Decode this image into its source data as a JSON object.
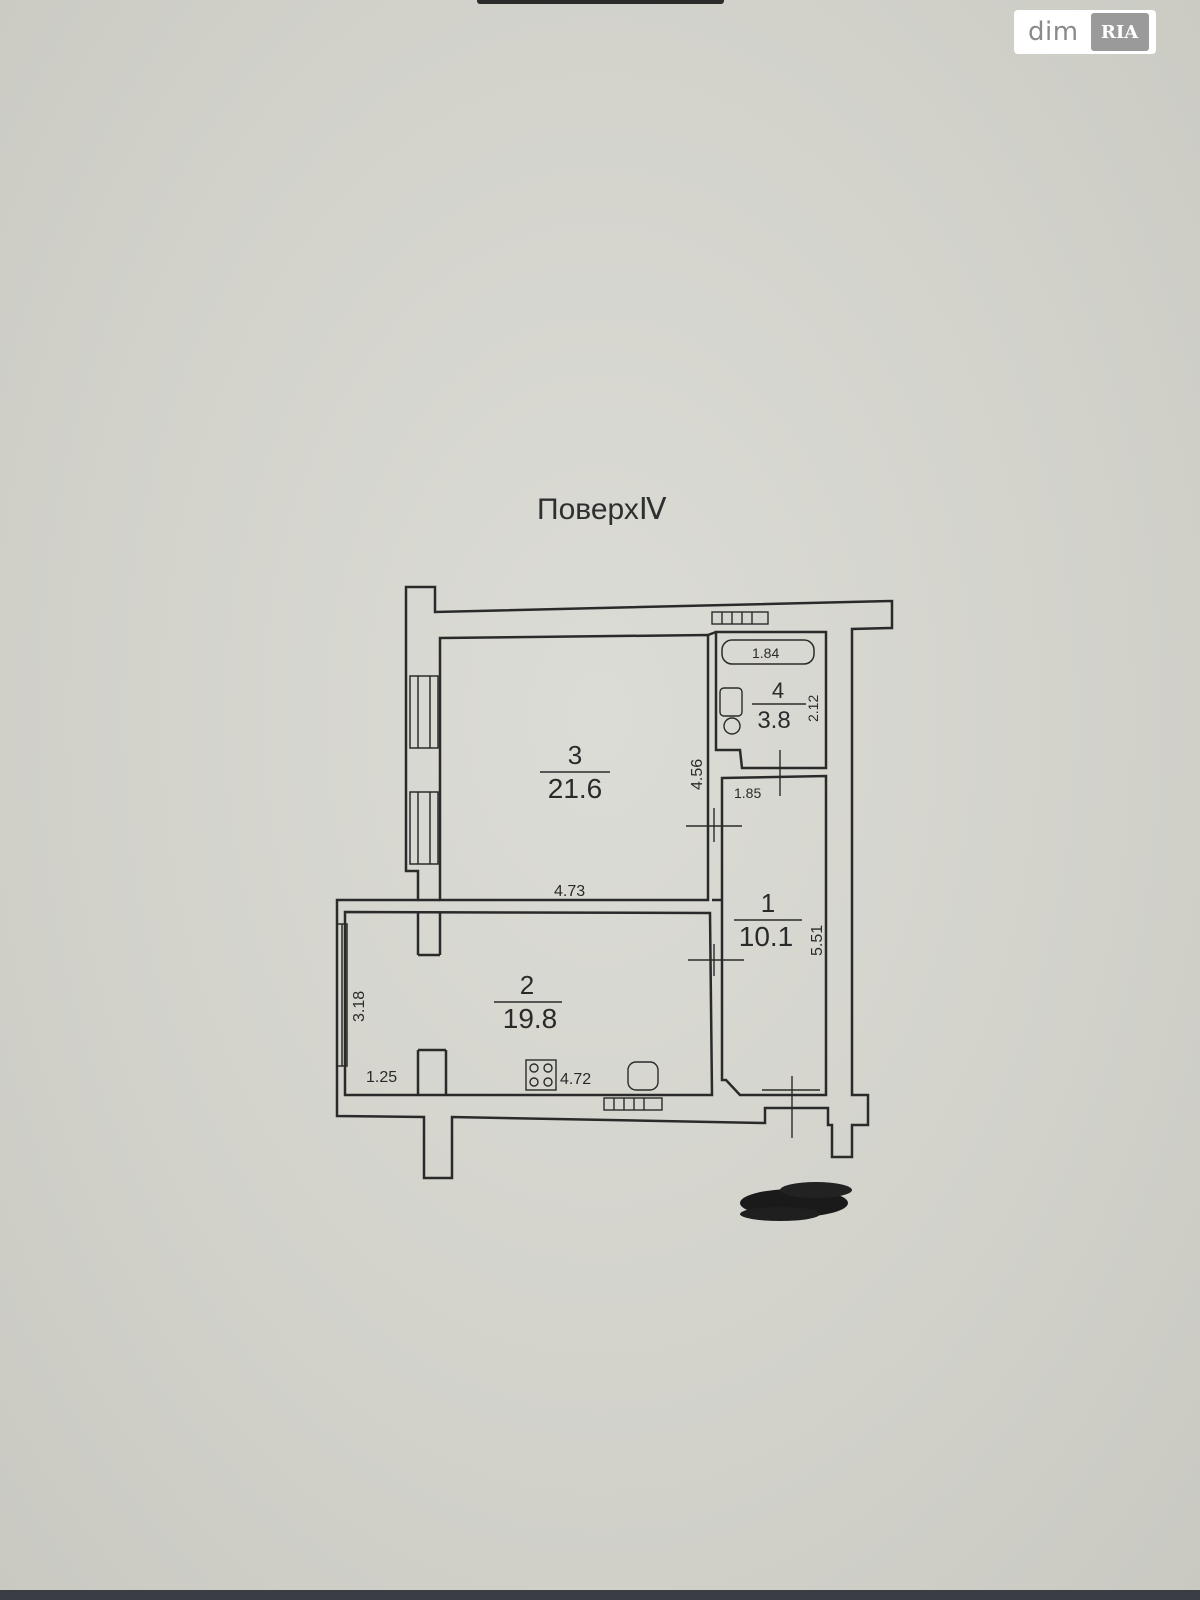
{
  "logo": {
    "text_dim": "dim",
    "text_ria": "RIA"
  },
  "floor_title": "ПоверхⅣ",
  "rooms": [
    {
      "number": "1",
      "area": "10.1"
    },
    {
      "number": "2",
      "area": "19.8"
    },
    {
      "number": "3",
      "area": "21.6"
    },
    {
      "number": "4",
      "area": "3.8"
    }
  ],
  "dimensions": {
    "d_4_73": "4.73",
    "d_4_56": "4.56",
    "d_1_84": "1.84",
    "d_2_12": "2.12",
    "d_1_85": "1.85",
    "d_5_51": "5.51",
    "d_3_18": "3.18",
    "d_1_25": "1.25",
    "d_4_72": "4.72"
  },
  "colors": {
    "paper": "#d6d6d0",
    "wall": "#2a2a2a",
    "strip": "#3a3d44"
  }
}
